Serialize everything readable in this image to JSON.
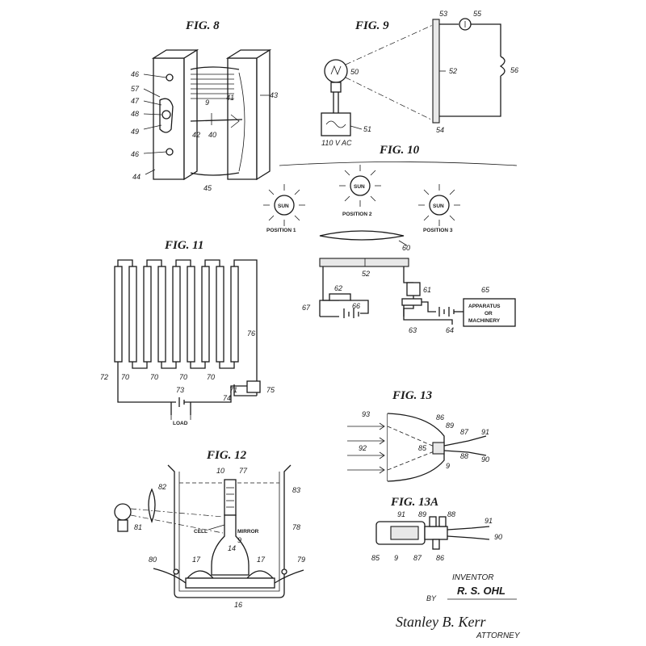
{
  "figures": {
    "fig8": {
      "title": "FIG. 8",
      "refs": [
        "46",
        "57",
        "47",
        "48",
        "49",
        "46",
        "44",
        "45",
        "42",
        "40",
        "41",
        "43",
        "9"
      ]
    },
    "fig9": {
      "title": "FIG. 9",
      "refs": [
        "53",
        "55",
        "50",
        "52",
        "56",
        "51",
        "54"
      ],
      "source_label": "110 V AC"
    },
    "fig10": {
      "title": "FIG. 10",
      "sun_label": "SUN",
      "positions": [
        "POSITION 1",
        "POSITION 2",
        "POSITION 3"
      ],
      "refs": [
        "60",
        "52",
        "62",
        "61",
        "65",
        "66",
        "67",
        "63",
        "64"
      ],
      "box_label": [
        "APPARATUS",
        "OR",
        "MACHINERY"
      ]
    },
    "fig11": {
      "title": "FIG. 11",
      "refs": [
        "72",
        "70",
        "70",
        "70",
        "70",
        "71",
        "76",
        "75",
        "74",
        "73"
      ],
      "load_label": "LOAD"
    },
    "fig12": {
      "title": "FIG. 12",
      "refs": [
        "10",
        "77",
        "82",
        "83",
        "78",
        "81",
        "14",
        "9",
        "80",
        "17",
        "17",
        "79",
        "16"
      ],
      "cell_label": "CELL",
      "mirror_label": "MIRROR"
    },
    "fig13": {
      "title": "FIG. 13",
      "refs": [
        "93",
        "86",
        "89",
        "87",
        "91",
        "92",
        "85",
        "88",
        "90",
        "9"
      ]
    },
    "fig13a": {
      "title": "FIG. 13A",
      "refs": [
        "91",
        "89",
        "88",
        "91",
        "90",
        "85",
        "9",
        "87",
        "86"
      ]
    }
  },
  "inventor": {
    "heading": "INVENTOR",
    "name": "R. S. OHL",
    "by": "BY",
    "signature": "Stanley B. Kerr",
    "role": "ATTORNEY"
  }
}
